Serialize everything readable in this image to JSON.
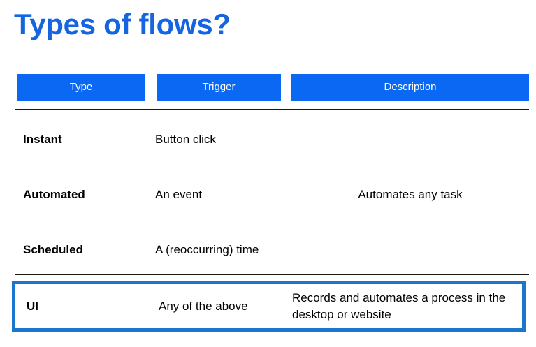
{
  "slide": {
    "title": "Types of flows?",
    "title_color": "#1665E0",
    "header_bg_color": "#0A68F2",
    "highlight_border_color": "#1B77CB",
    "rule_color": "#1a1a1a"
  },
  "table": {
    "headers": [
      {
        "label": "Type"
      },
      {
        "label": "Trigger"
      },
      {
        "label": "Description"
      }
    ],
    "rows": [
      {
        "type": "Instant",
        "trigger": "Button click",
        "description": ""
      },
      {
        "type": "Automated",
        "trigger": "An event",
        "description": "Automates any task"
      },
      {
        "type": "Scheduled",
        "trigger": "A (reoccurring) time",
        "description": ""
      }
    ],
    "highlighted_row": {
      "type": "UI",
      "trigger": "Any of the above",
      "description": "Records and automates a process in the desktop or website"
    }
  }
}
